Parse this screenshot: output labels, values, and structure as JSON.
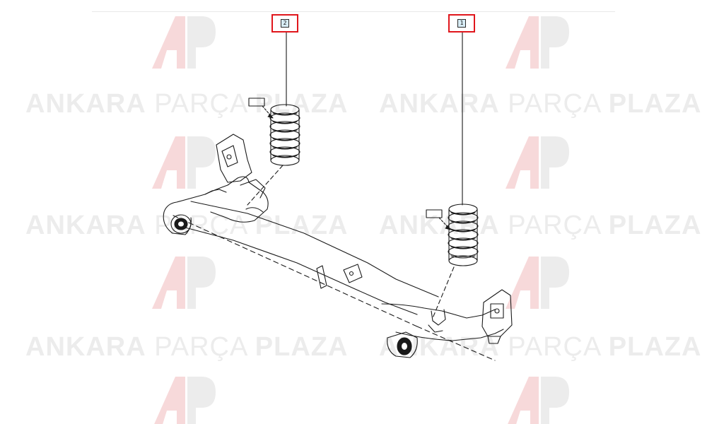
{
  "watermark": {
    "word1": "ANKARA",
    "word2": "PARÇA",
    "word3": "PLAZA",
    "text_color": "#ececec",
    "logo_red": "#f7d9da",
    "logo_gray": "#ececec"
  },
  "callouts": [
    {
      "label": "2",
      "part": "spring-left"
    },
    {
      "label": "1",
      "part": "spring-right"
    }
  ],
  "colors": {
    "highlight": "#e0161c",
    "line": "#1a1a1a",
    "callout_fill": "#d7ecf5"
  }
}
